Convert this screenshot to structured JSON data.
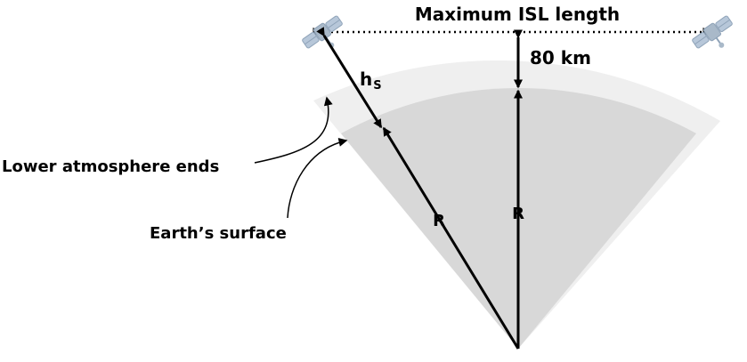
{
  "labels": {
    "max_isl": "Maximum ISL length",
    "altitude_gap": "80 km",
    "orbit_height": "h",
    "orbit_height_sub": "S",
    "radius_left": "R",
    "radius_center": "R",
    "lower_atmosphere": "Lower atmosphere ends",
    "earth_surface": "Earth’s surface"
  },
  "colors": {
    "earth": "#d8d8d8",
    "atmosphere": "#efefef",
    "satellite_body": "#a9b9c9",
    "satellite_panel": "#b7c7d9",
    "ink": "#000000"
  },
  "icons": [
    "satellite-icon",
    "satellite-icon"
  ]
}
